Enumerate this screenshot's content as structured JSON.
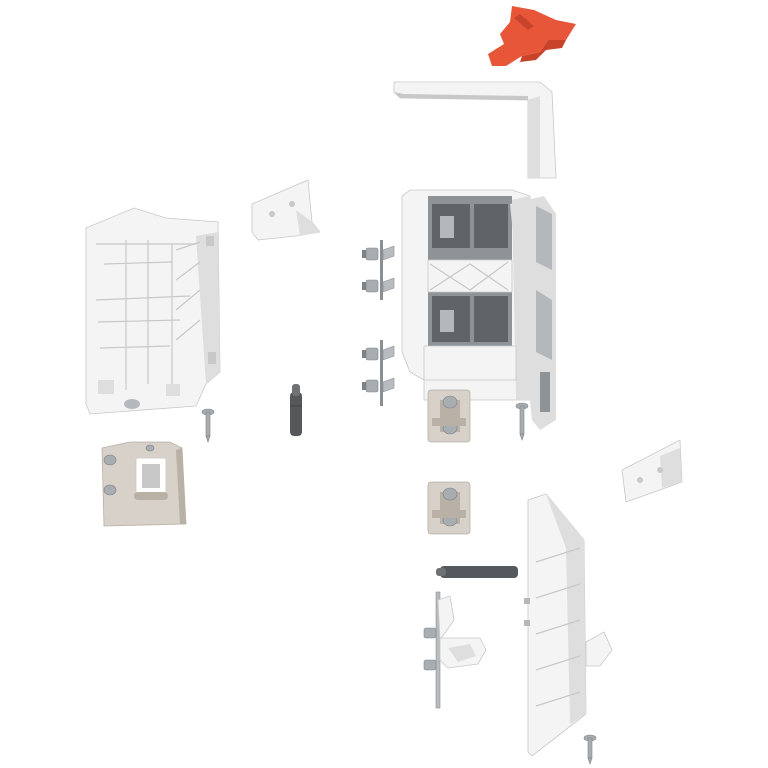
{
  "image": {
    "subject": "exploded-view-hardware-kit",
    "background": "#ffffff",
    "colors": {
      "accent_clip": "#e8563a",
      "accent_clip_shade": "#c9432a",
      "white_part": "#f4f4f4",
      "white_shade": "#dedede",
      "white_edge": "#c8c8c8",
      "grey_mech": "#8e9398",
      "grey_dark": "#5f6468",
      "beige_plate": "#d8d1c9",
      "beige_edge": "#b9b0a6",
      "screw_metal": "#a8adb2",
      "pin_dark": "#55595c"
    },
    "parts": [
      "release-clip",
      "cover-cap-top",
      "end-cap-left",
      "small-bracket-left",
      "mounting-clip-pair-upper",
      "mounting-clip-pair-lower",
      "runner-mechanism-right",
      "dowel-pin-left",
      "screw-left",
      "mounting-plate-left",
      "adjuster-plate-upper",
      "adjuster-plate-lower",
      "screw-right",
      "small-bracket-right",
      "dowel-pin-lower",
      "rear-bracket-hook",
      "front-panel",
      "screw-bottom"
    ]
  }
}
